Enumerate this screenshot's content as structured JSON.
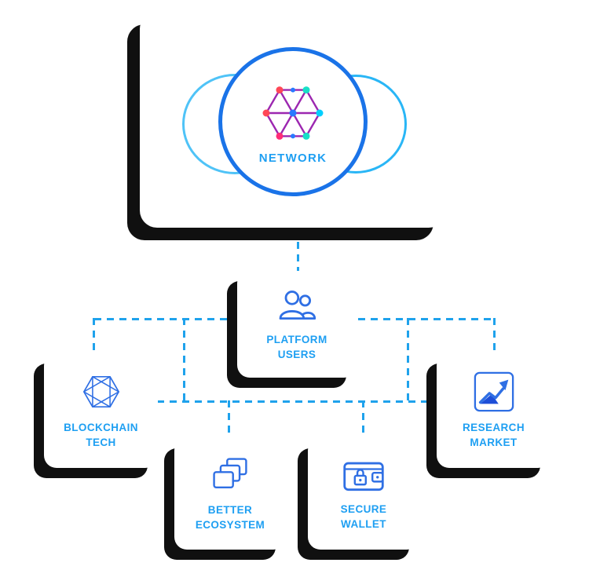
{
  "colors": {
    "accent_blue": "#1E9FF2",
    "icon_blue": "#2F6FE4",
    "icon_blue_dark": "#1D4ED8",
    "line_blue": "#1FA2EC",
    "circle_blue": "#1A73E8",
    "orbit_blue_left": "#4FC3F7",
    "orbit_blue_right": "#29B6F6",
    "hex_purple": "#9C27B0",
    "dot_teal": "#18E0C8",
    "dot_red": "#FF4757",
    "dot_pink": "#FF2D78",
    "dot_cyan": "#00CFFF",
    "dot_blue": "#2979FF",
    "shadow_black": "#101010",
    "card_white": "#FFFFFF"
  },
  "nodes": {
    "network": {
      "label": "NETWORK",
      "icon": "hexagon-network-icon"
    },
    "platform_users": {
      "label": "PLATFORM USERS",
      "icon": "users-icon"
    },
    "blockchain_tech": {
      "label": "BLOCKCHAIN TECH",
      "icon": "blockchain-hexagon-icon"
    },
    "research_market": {
      "label": "RESEARCH MARKET",
      "icon": "growth-chart-icon"
    },
    "better_ecosystem": {
      "label": "BETTER ECOSYSTEM",
      "icon": "stacked-layers-icon"
    },
    "secure_wallet": {
      "label": "SECURE WALLET",
      "icon": "wallet-lock-icon"
    }
  }
}
